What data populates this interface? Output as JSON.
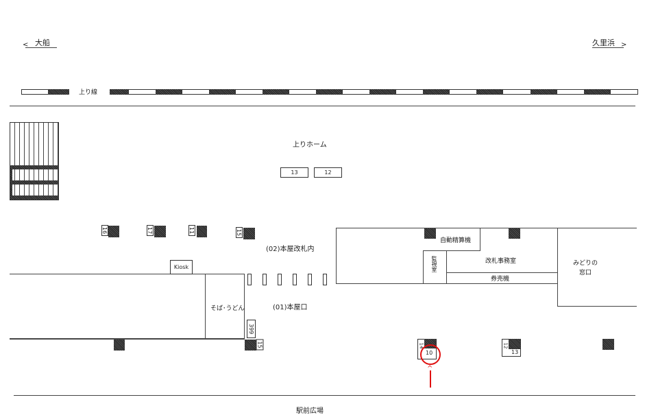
{
  "directions": {
    "left": "大船",
    "right": "久里浜"
  },
  "track": {
    "label": "上り線"
  },
  "platform": {
    "label": "上りホーム",
    "car_stops": [
      "13",
      "12"
    ]
  },
  "concourse": {
    "gate_inside": "(02)本屋改札内",
    "exit": "(01)本屋口",
    "kiosk": "Kiosk",
    "soba": "そば･うどん",
    "upper_tags": [
      "16",
      "17",
      "11",
      "15"
    ],
    "post_399": "399",
    "post_15": "15"
  },
  "rooms": {
    "fare_adjust": "自動精算機",
    "guard_room": "監視室",
    "gate_office": "改札事務室",
    "ticket_machine": "券売機",
    "midori": "みどりの\n窓口"
  },
  "bottom_tags": {
    "a_side": "14",
    "a_num": "10",
    "b_side": "12",
    "b_num": "13"
  },
  "plaza": "駅前広場",
  "colors": {
    "marker": "#e01010",
    "line": "#333333"
  }
}
